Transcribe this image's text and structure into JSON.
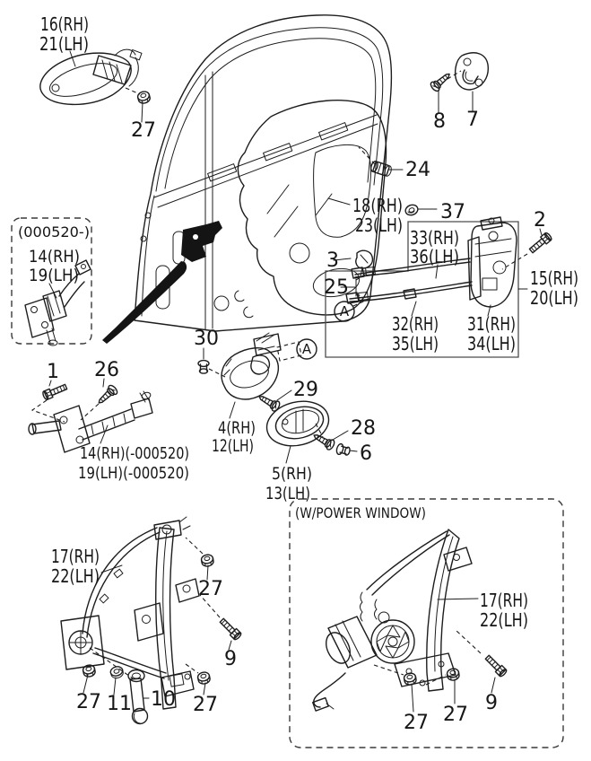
{
  "colors": {
    "ink": "#1d1d1d",
    "paper": "#ffffff",
    "box_border": "#4d4d4d"
  },
  "boxes": {
    "early_check_title": "(000520-)",
    "power_window_title": "(W/POWER WINDOW)"
  },
  "callouts": {
    "view_a": "A",
    "n1": "1",
    "n2": "2",
    "n3": "3",
    "n6": "6",
    "n7": "7",
    "n8": "8",
    "n9": "9",
    "n10": "10",
    "n11": "11",
    "n24": "24",
    "n25": "25",
    "n26": "26",
    "n27": "27",
    "n28": "28",
    "n29": "29",
    "n30": "30",
    "n37": "37",
    "p16rh": "16(RH)",
    "p21lh": "21(LH)",
    "p18rh": "18(RH)",
    "p23lh": "23(LH)",
    "p14rh": "14(RH)",
    "p19lh": "19(LH)",
    "p33rh": "33(RH)",
    "p36lh": "36(LH)",
    "p32rh": "32(RH)",
    "p35lh": "35(LH)",
    "p31rh": "31(RH)",
    "p34lh": "34(LH)",
    "p15rh": "15(RH)",
    "p20lh": "20(LH)",
    "p4rh": "4(RH)",
    "p12lh": "12(LH)",
    "p5rh": "5(RH)",
    "p13lh": "13(LH)",
    "p17rh": "17(RH)",
    "p22lh": "22(LH)",
    "p14rh_old": "14(RH)(-000520)",
    "p19lh_old": "19(LH)(-000520)"
  }
}
